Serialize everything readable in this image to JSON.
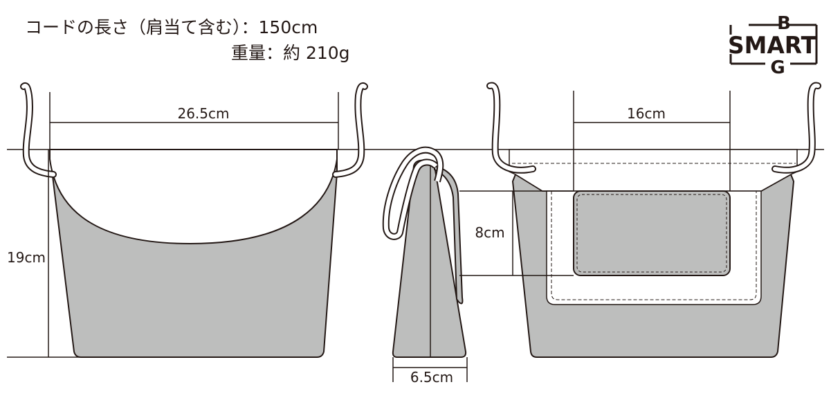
{
  "specs": {
    "cord_length": "コードの長さ（肩当て含む）：150cm",
    "weight": "重量：約 210g"
  },
  "logo": {
    "letters_top": "B",
    "letters_main": "SMART",
    "letters_bottom": "G"
  },
  "dimensions": {
    "front_width": "26.5cm",
    "front_height": "19cm",
    "side_depth": "6.5cm",
    "pocket_height": "8cm",
    "pocket_width": "16cm"
  },
  "colors": {
    "bag_fill": "#bdbebd",
    "line": "#231815",
    "background": "#ffffff"
  }
}
